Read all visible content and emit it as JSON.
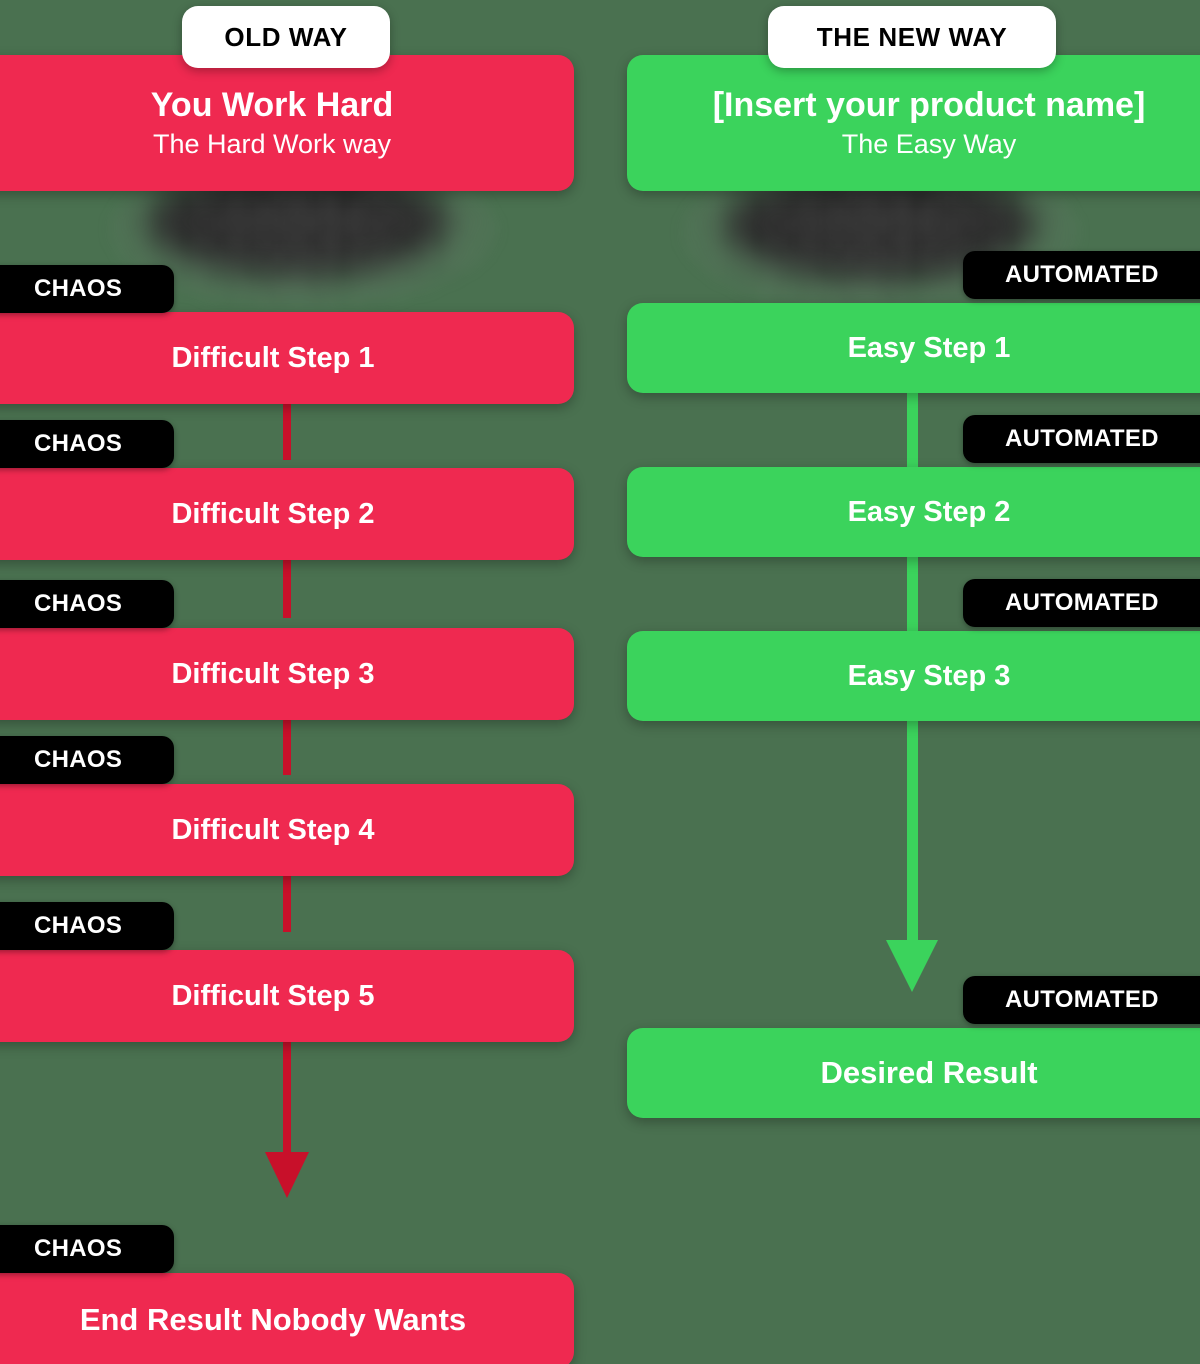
{
  "background_color": "#4a7150",
  "colors": {
    "red": "#ef2950",
    "red_connector": "#c8102a",
    "green": "#3bd35c",
    "badge_black": "#000000",
    "pill_white": "#ffffff",
    "text_white": "#ffffff"
  },
  "old_way": {
    "pill_label": "OLD WAY",
    "header": {
      "title": "You Work Hard",
      "subtitle": "The Hard Work way"
    },
    "badge_label": "CHAOS",
    "steps": [
      {
        "label": "Difficult Step 1",
        "badge": "CHAOS"
      },
      {
        "label": "Difficult Step 2",
        "badge": "CHAOS"
      },
      {
        "label": "Difficult Step 3",
        "badge": "CHAOS"
      },
      {
        "label": "Difficult Step 4",
        "badge": "CHAOS"
      },
      {
        "label": "Difficult Step 5",
        "badge": "CHAOS"
      }
    ],
    "result": {
      "label": "End Result Nobody Wants",
      "badge": "CHAOS"
    }
  },
  "new_way": {
    "pill_label": "THE NEW WAY",
    "header": {
      "title": "[Insert your product name]",
      "subtitle": "The Easy Way"
    },
    "badge_label": "AUTOMATED",
    "steps": [
      {
        "label": "Easy Step 1",
        "badge": "AUTOMATED"
      },
      {
        "label": "Easy Step 2",
        "badge": "AUTOMATED"
      },
      {
        "label": "Easy Step 3",
        "badge": "AUTOMATED"
      }
    ],
    "result": {
      "label": "Desired Result",
      "badge": "AUTOMATED"
    }
  }
}
